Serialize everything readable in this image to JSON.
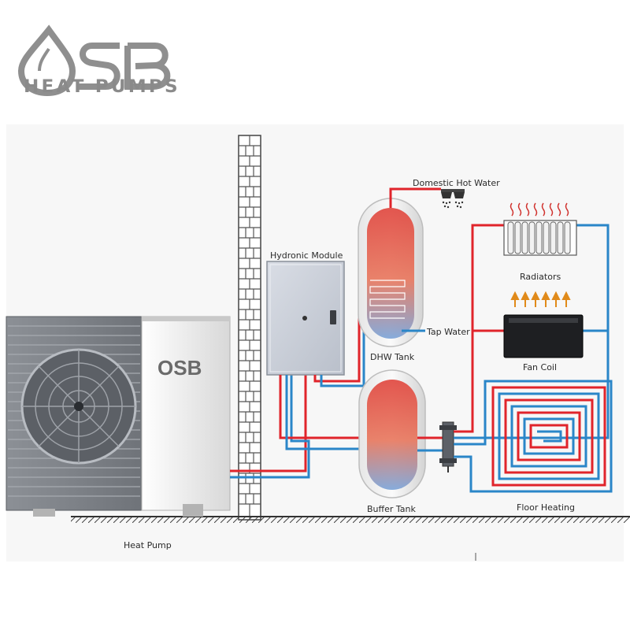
{
  "brand": {
    "logo_text": "OSB",
    "tagline": "HEAT PUMPS",
    "unit_badge": "OSB"
  },
  "labels": {
    "hydronic_module": "Hydronic Module",
    "domestic_hot_water": "Domestic Hot Water",
    "radiators": "Radiators",
    "tap_water": "Tap Water",
    "dhw_tank": "DHW Tank",
    "fan_coil": "Fan Coil",
    "buffer_tank": "Buffer Tank",
    "floor_heating": "Floor Heating",
    "heat_pump": "Heat Pump"
  },
  "colors": {
    "hot_pipe": "#e0242b",
    "cold_pipe": "#2a86c8",
    "wall": "#555555",
    "tank_top": "#e0443c",
    "tank_bottom": "#7aa3d8"
  }
}
